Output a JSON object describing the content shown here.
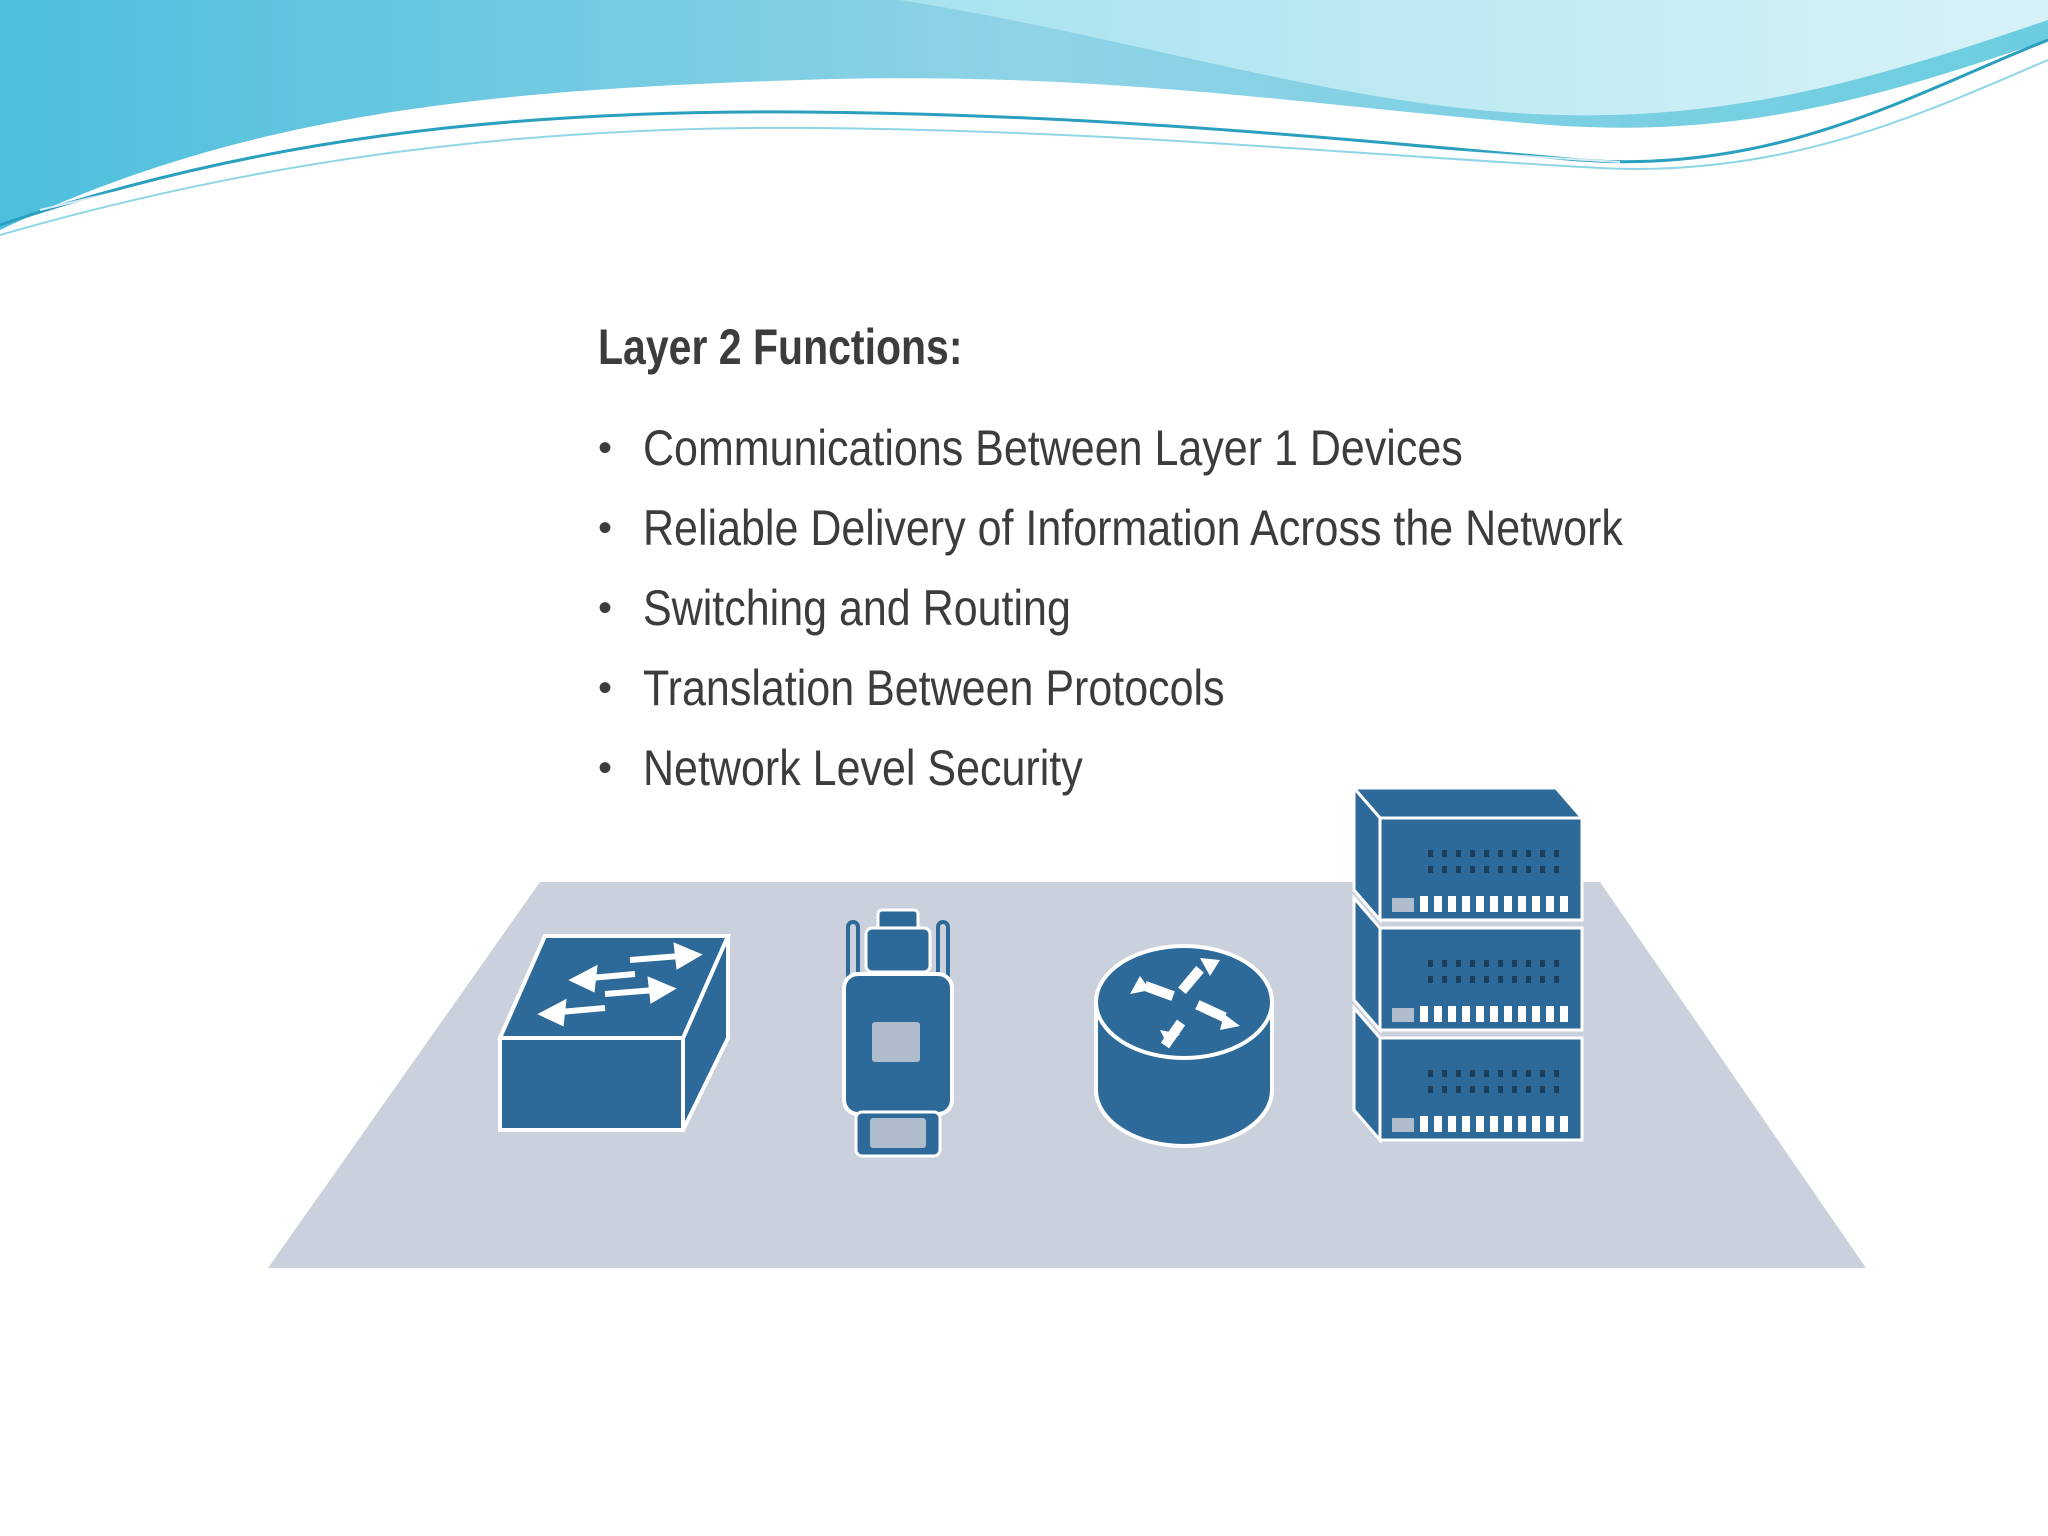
{
  "slide": {
    "title": "Layer 2 Functions:",
    "functions": [
      "Communications Between Layer 1 Devices",
      "Reliable Delivery of Information Across the Network",
      "Switching and Routing",
      "Translation Between Protocols",
      "Network Level Security"
    ],
    "bullet_glyph": "•"
  },
  "illustration": {
    "devices": [
      "switch-icon",
      "bridge-icon",
      "router-icon",
      "server-stack-icon"
    ],
    "colors": {
      "device_fill": "#2d6a99",
      "device_edge": "#ffffff",
      "platform": "#cad1dc",
      "wave_light": "#b6e6f1",
      "wave_mid": "#62c7dd",
      "wave_dark": "#2d9cc0"
    }
  }
}
